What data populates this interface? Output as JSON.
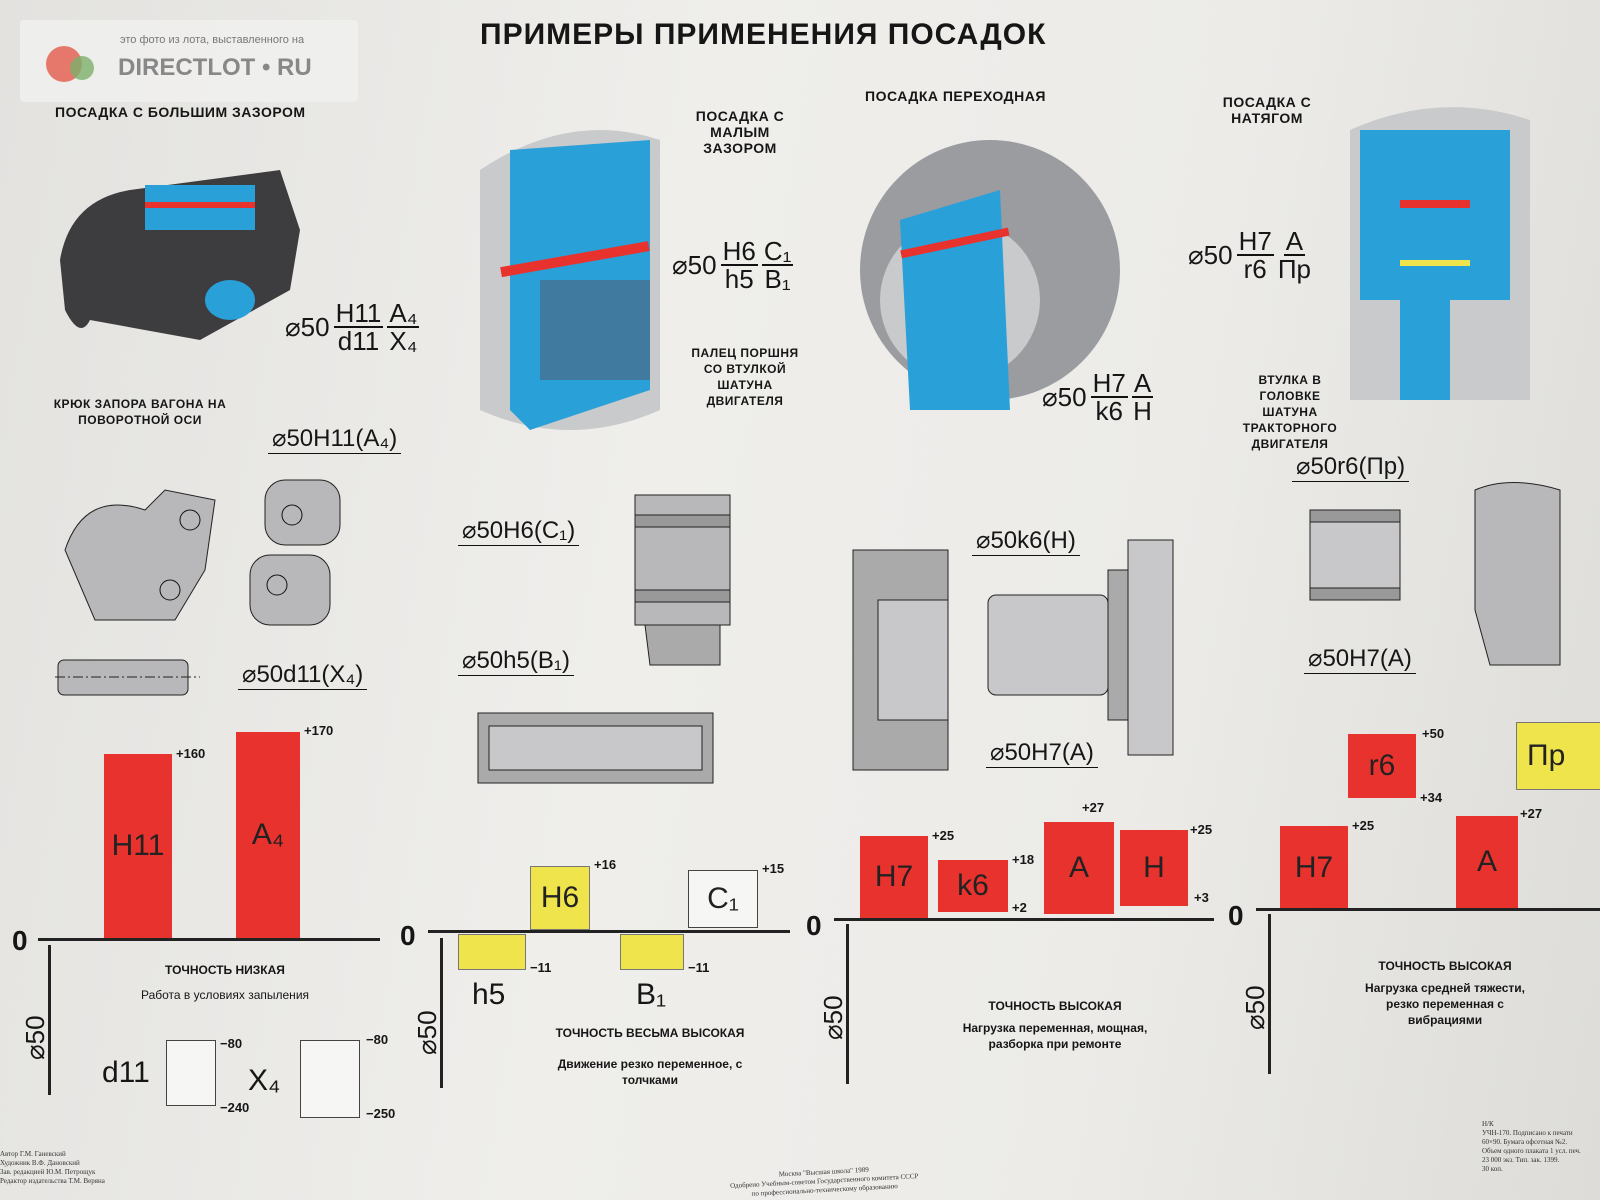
{
  "watermark": {
    "small": "это фото из лота, выставленного на",
    "brand": "DIRECTLOT • RU"
  },
  "title": "ПРИМЕРЫ ПРИМЕНЕНИЯ ПОСАДОК",
  "colors": {
    "red": "#e8322e",
    "yellow": "#efe44c",
    "blue": "#2aa0d8"
  },
  "sections": [
    {
      "heading": "ПОСАДКА С БОЛЬШИМ ЗАЗОРОМ",
      "part": "КРЮК ЗАПОРА ВАГОНА НА ПОВОРОТНОЙ ОСИ",
      "fit": {
        "d": "⌀50",
        "num": "H11",
        "den": "d11",
        "num2": "A₄",
        "den2": "X₄"
      },
      "hole": "⌀50H11(A₄)",
      "shaft": "⌀50d11(X₄)",
      "accuracy": "ТОЧНОСТЬ НИЗКАЯ",
      "conditions": "Работа в условиях запыления",
      "bars": [
        {
          "label": "H11",
          "upper": "+160"
        },
        {
          "label": "A₄",
          "upper": "+170"
        }
      ],
      "lower": [
        {
          "label": "d11",
          "upper": "−80",
          "lower": "−240"
        },
        {
          "label": "X₄",
          "upper": "−80",
          "lower": "−250"
        }
      ]
    },
    {
      "heading": "ПОСАДКА С МАЛЫМ ЗАЗОРОМ",
      "part": "ПАЛЕЦ ПОРШНЯ СО ВТУЛКОЙ ШАТУНА ДВИГАТЕЛЯ",
      "fit": {
        "d": "⌀50",
        "num": "H6",
        "den": "h5",
        "num2": "C₁",
        "den2": "B₁"
      },
      "hole": "⌀50H6(C₁)",
      "shaft": "⌀50h5(B₁)",
      "accuracy": "ТОЧНОСТЬ ВЕСЬМА ВЫСОКАЯ",
      "conditions": "Движение резко переменное, с толчками",
      "bars": [
        {
          "label": "H6",
          "upper": "+16"
        },
        {
          "label": "C₁",
          "upper": "+15"
        }
      ],
      "lower": [
        {
          "label": "h5",
          "dev": "−11"
        },
        {
          "label": "B₁",
          "dev": "−11"
        }
      ]
    },
    {
      "heading": "ПОСАДКА ПЕРЕХОДНАЯ",
      "fit": {
        "d": "⌀50",
        "num": "H7",
        "den": "k6",
        "num2": "A",
        "den2": "H"
      },
      "hole": "⌀50H7(A)",
      "shaft": "⌀50k6(H)",
      "accuracy": "ТОЧНОСТЬ ВЫСОКАЯ",
      "conditions": "Нагрузка переменная, мощная, разборка при ремонте",
      "bars": [
        {
          "label": "H7",
          "upper": "+25"
        },
        {
          "label": "k6",
          "upper": "+18",
          "lower": "+2"
        },
        {
          "label": "A",
          "upper": "+27"
        },
        {
          "label": "H",
          "upper": "+25",
          "lower": "+3"
        }
      ]
    },
    {
      "heading": "ПОСАДКА С НАТЯГОМ",
      "part": "ВТУЛКА В ГОЛОВКЕ ШАТУНА ТРАКТОРНОГО ДВИГАТЕЛЯ",
      "fit": {
        "d": "⌀50",
        "num": "H7",
        "den": "r6",
        "num2": "A",
        "den2": "Пр"
      },
      "hole": "⌀50H7(A)",
      "shaft": "⌀50r6(Пр)",
      "accuracy": "ТОЧНОСТЬ ВЫСОКАЯ",
      "conditions": "Нагрузка средней тяжести, резко переменная с вибрациями",
      "bars": [
        {
          "label": "H7",
          "upper": "+25"
        },
        {
          "label": "r6",
          "upper": "+50",
          "lower": "+34"
        },
        {
          "label": "A",
          "upper": "+27"
        },
        {
          "label": "Пр"
        }
      ]
    }
  ],
  "axis": {
    "zero": "0",
    "dia": "⌀50"
  },
  "imprint": {
    "left": [
      "Автор Г.М. Ганевский",
      "Художник В.Ф. Дановский",
      "Зав. редакцией Ю.М. Петрощук",
      "Редактор издательства Т.М. Веряна"
    ],
    "center": [
      "Москва \"Высшая школа\" 1989",
      "Одобрено Учебным-советом Государственного комитета СССР",
      "по профессионально-техническому образованию"
    ],
    "right": [
      "Н/К",
      "УЧН-170. Подписано к печати",
      "60×90. Бумага офсетная №2.",
      "Объем одного плаката 1 усл. печ.",
      "23 000 экз. Тип. зак. 1399.",
      "30 коп."
    ]
  }
}
